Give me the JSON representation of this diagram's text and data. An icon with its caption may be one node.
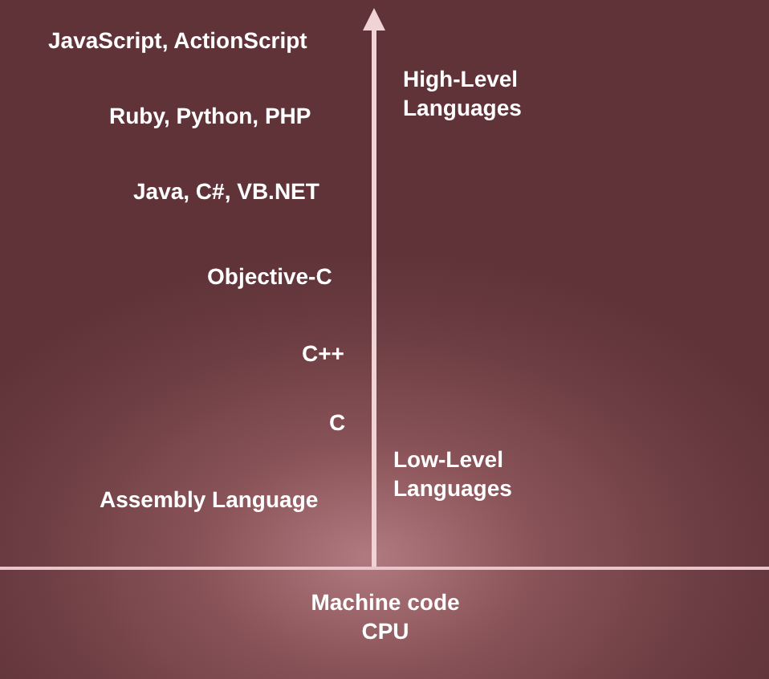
{
  "diagram": {
    "labels": [
      "JavaScript, ActionScript",
      "High-Level Languages",
      "Ruby, Python, PHP",
      "Java, C#, VB.NET",
      "Objective-C",
      "C++",
      "C",
      "Low-Level Languages",
      "Assembly Language",
      "Machine code",
      "CPU"
    ]
  }
}
